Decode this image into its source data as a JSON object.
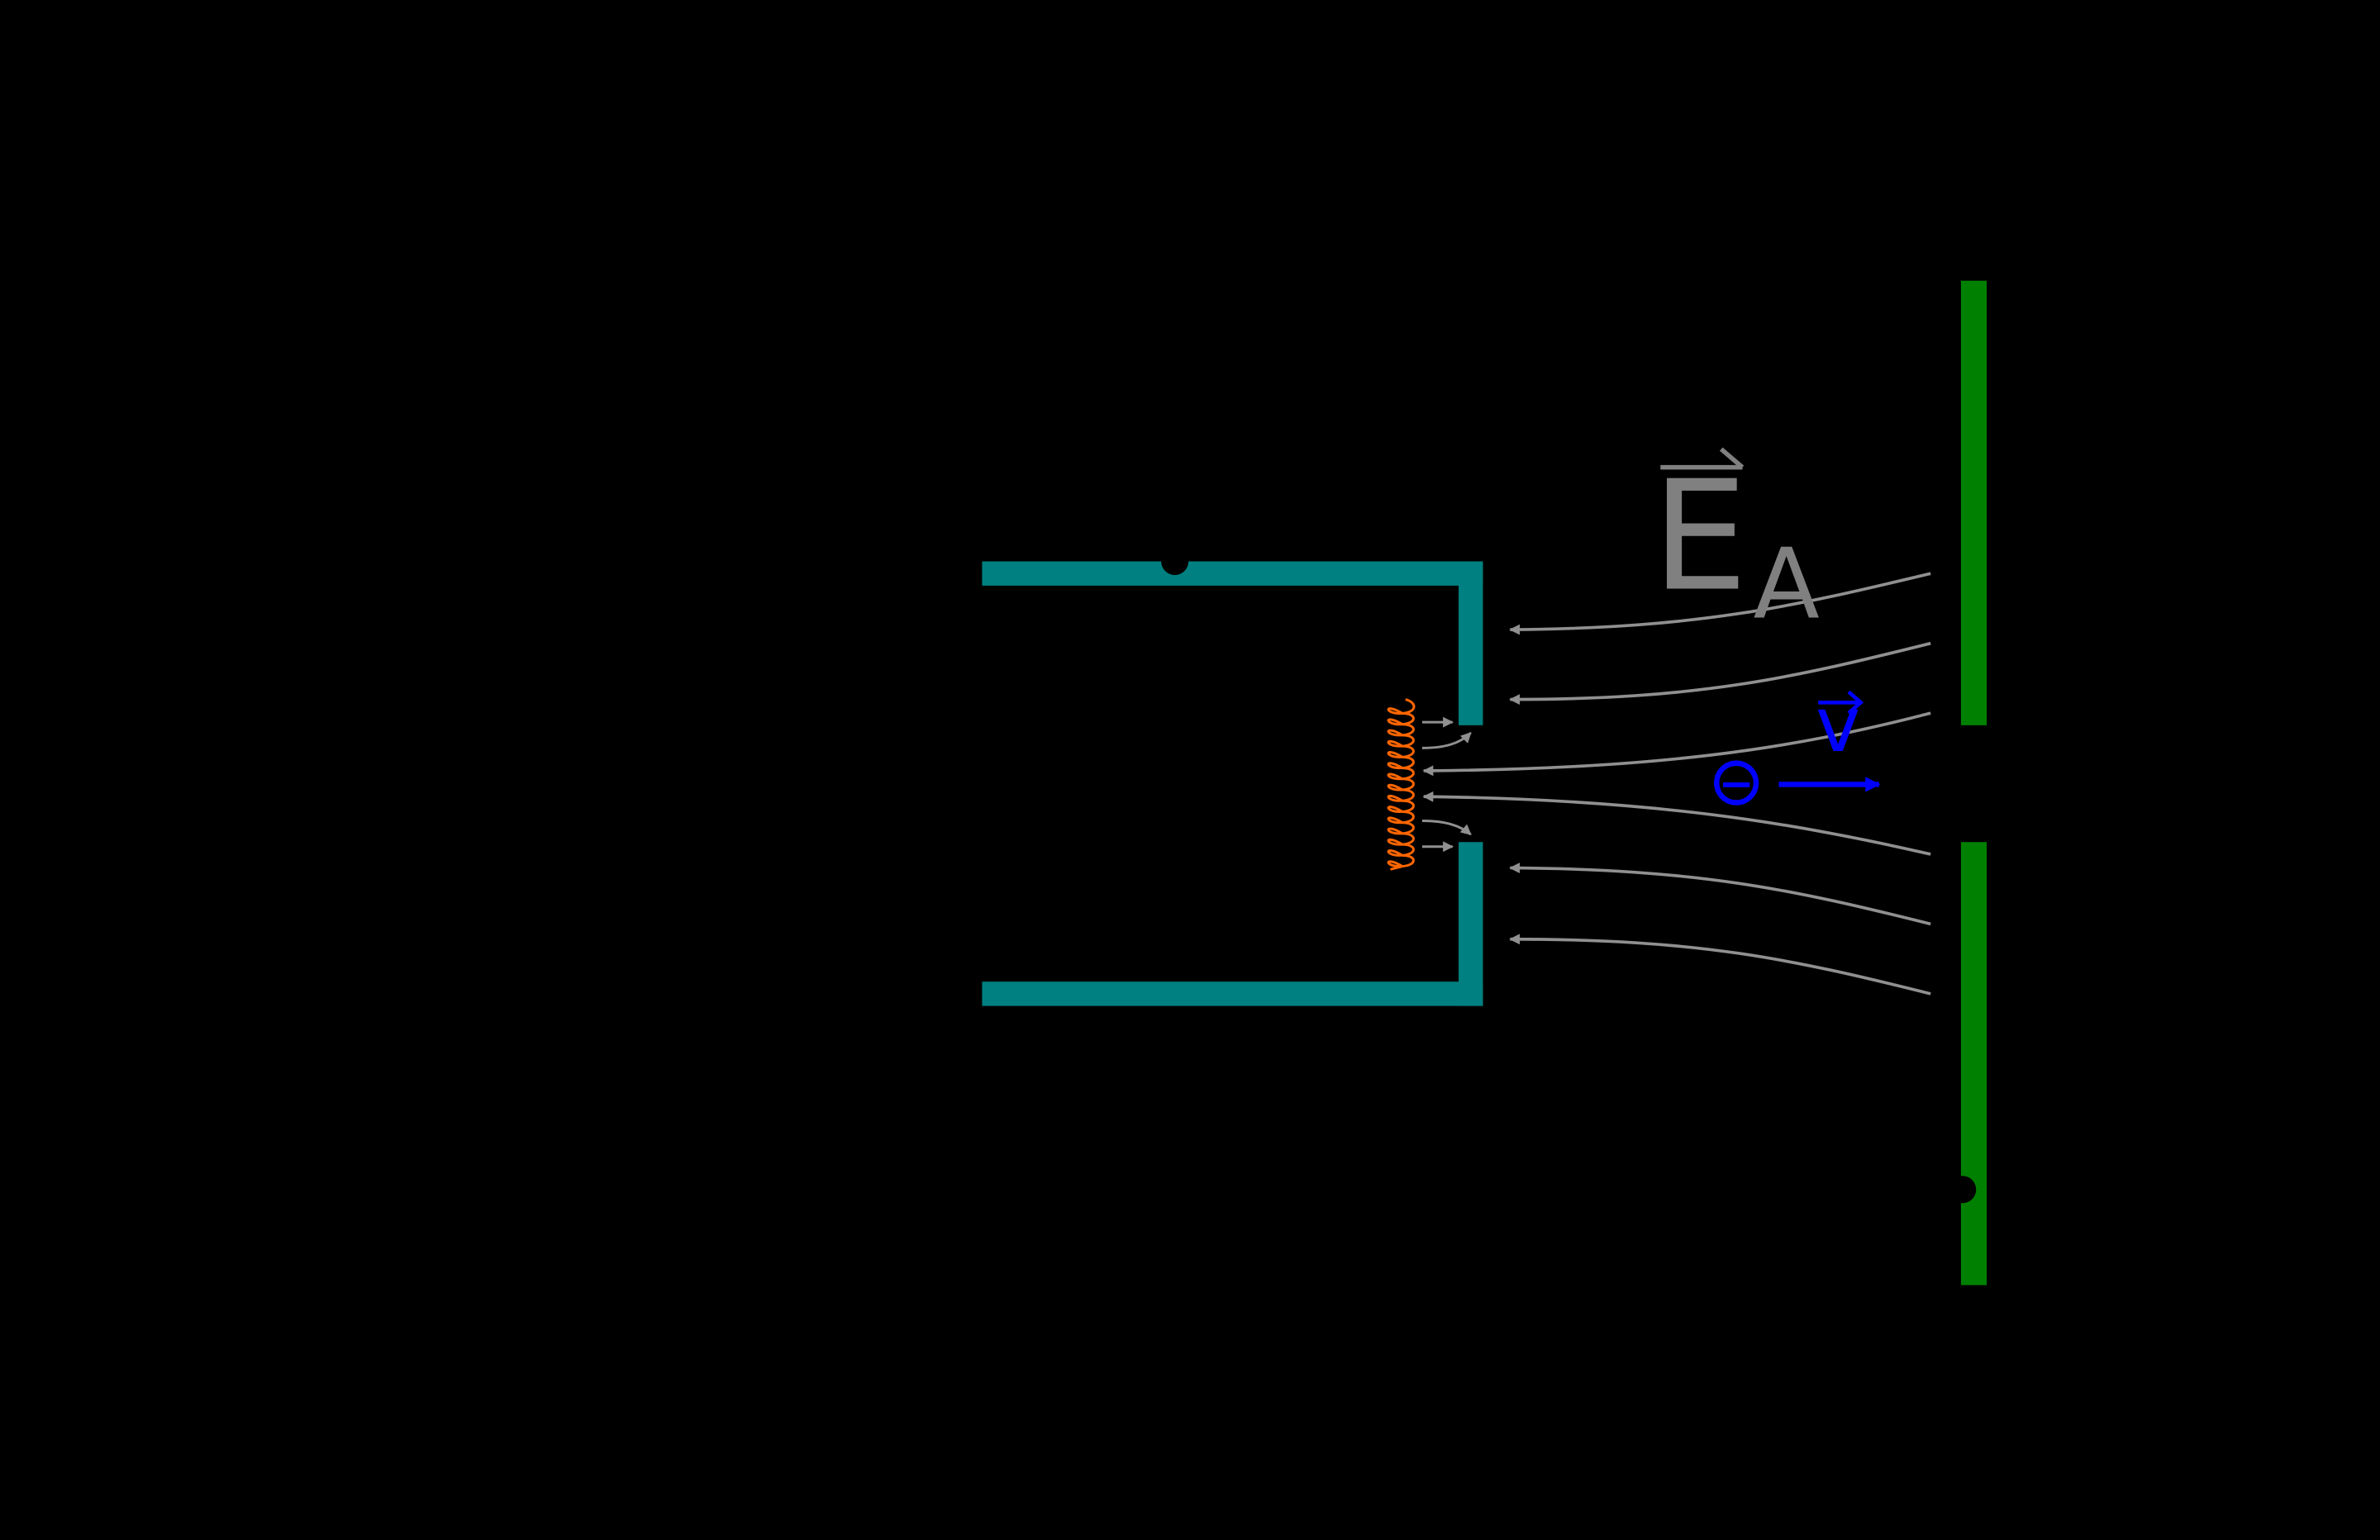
{
  "diagram": {
    "background_color": "#000000",
    "field_label": {
      "letter": "E",
      "subscript": "A",
      "color": "#808080"
    },
    "velocity_label": {
      "letter": "v",
      "color": "#0000ff"
    },
    "electron": {
      "symbol": "−",
      "color": "#0000ff"
    },
    "colors": {
      "cathode_cup": "#008080",
      "anode_plate": "#008000",
      "filament": "#ff6600",
      "field_lines": "#909090",
      "terminal": "#000000"
    }
  }
}
